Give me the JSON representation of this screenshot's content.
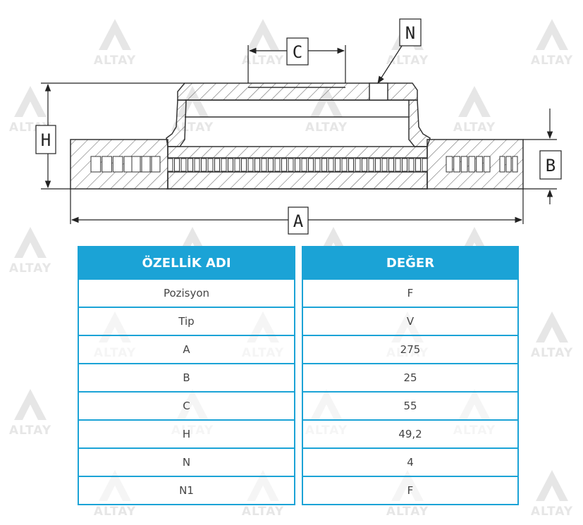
{
  "watermark": {
    "brand": "ALTAY"
  },
  "dimension_labels": {
    "a": "A",
    "b": "B",
    "c": "C",
    "h": "H",
    "n": "N"
  },
  "table": {
    "headers": {
      "property": "ÖZELLİK ADI",
      "value": "DEĞER"
    },
    "rows": [
      {
        "property": "Pozisyon",
        "value": "F"
      },
      {
        "property": "Tip",
        "value": "V"
      },
      {
        "property": "A",
        "value": "275"
      },
      {
        "property": "B",
        "value": "25"
      },
      {
        "property": "C",
        "value": "55"
      },
      {
        "property": "H",
        "value": "49,2"
      },
      {
        "property": "N",
        "value": "4"
      },
      {
        "property": "N1",
        "value": "F"
      }
    ]
  },
  "colors": {
    "accent": "#1ba3d6",
    "line": "#333333",
    "watermark": "#6a6a6a"
  }
}
